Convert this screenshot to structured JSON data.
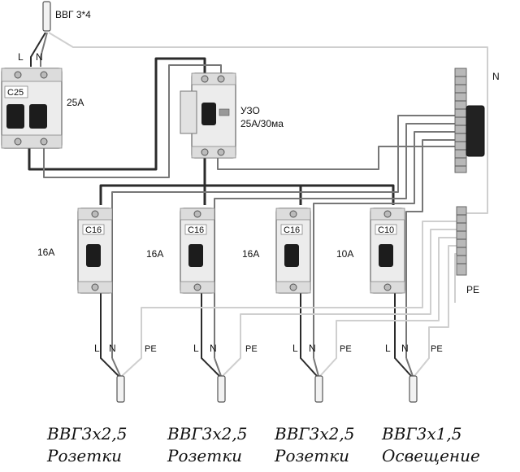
{
  "cable_in": "ВВГ 3*4",
  "main_breaker": {
    "rating": "25A",
    "phase_label": "L",
    "neutral_label": "N",
    "face_text": "C25"
  },
  "rcd": {
    "name": "УЗО",
    "rating": "25А/30ма"
  },
  "bus": {
    "neutral_label": "N",
    "pe_label": "PE"
  },
  "branches": [
    {
      "rating": "16A",
      "face_text": "C16",
      "l": "L",
      "n": "N",
      "pe": "PE",
      "cable": "ВВГ3х2,5",
      "purpose": "Розетки"
    },
    {
      "rating": "16A",
      "face_text": "C16",
      "l": "L",
      "n": "N",
      "pe": "PE",
      "cable": "ВВГ3х2,5",
      "purpose": "Розетки"
    },
    {
      "rating": "16A",
      "face_text": "C16",
      "l": "L",
      "n": "N",
      "pe": "PE",
      "cable": "ВВГ3х2,5",
      "purpose": "Розетки"
    },
    {
      "rating": "10A",
      "face_text": "C10",
      "l": "L",
      "n": "N",
      "pe": "PE",
      "cable": "ВВГ3х1,5",
      "purpose": "Освещение"
    }
  ],
  "colors": {
    "phase": "#2b2b2b",
    "neutral": "#777777",
    "pe": "#cfcfcf"
  }
}
